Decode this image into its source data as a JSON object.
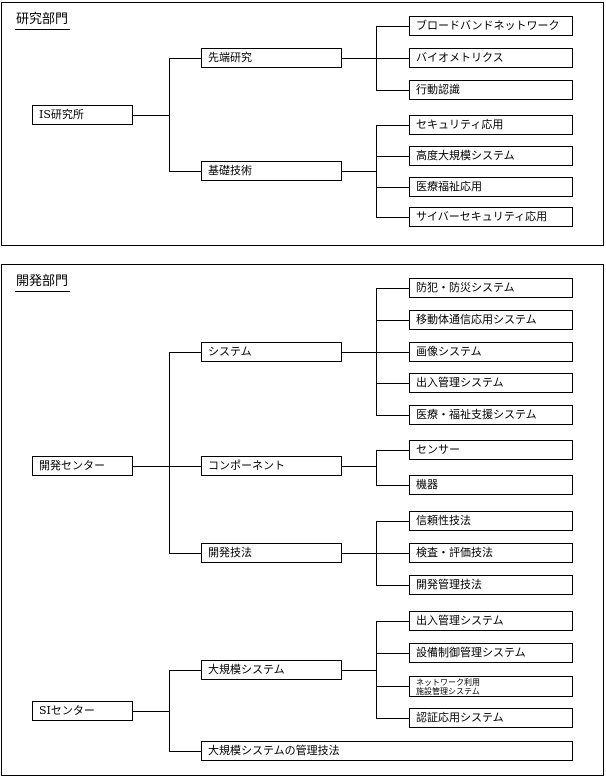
{
  "research": {
    "title": "研究部門",
    "root": "IS研究所",
    "groups": [
      {
        "label": "先端研究",
        "children": [
          "ブロードバンドネットワーク",
          "バイオメトリクス",
          "行動認識"
        ]
      },
      {
        "label": "基礎技術",
        "children": [
          "セキュリティ応用",
          "高度大規模システム",
          "医療福祉応用",
          "サイバーセキュリティ応用"
        ]
      }
    ]
  },
  "development": {
    "title": "開発部門",
    "dev_center": {
      "root": "開発センター",
      "groups": [
        {
          "label": "システム",
          "children": [
            "防犯・防災システム",
            "移動体通信応用システム",
            "画像システム",
            "出入管理システム",
            "医療・福祉支援システム"
          ]
        },
        {
          "label": "コンポーネント",
          "children": [
            "センサー",
            "機器"
          ]
        },
        {
          "label": "開発技法",
          "children": [
            "信頼性技法",
            "検査・評価技法",
            "開発管理技法"
          ]
        }
      ]
    },
    "si_center": {
      "root": "SIセンター",
      "groups": [
        {
          "label": "大規模システム",
          "children": [
            "出入管理システム",
            "設備制御管理システム",
            "ネットワーク利用 施設管理システム",
            "認証応用システム"
          ]
        },
        {
          "label": "大規模システムの管理技法",
          "children": []
        }
      ]
    }
  }
}
